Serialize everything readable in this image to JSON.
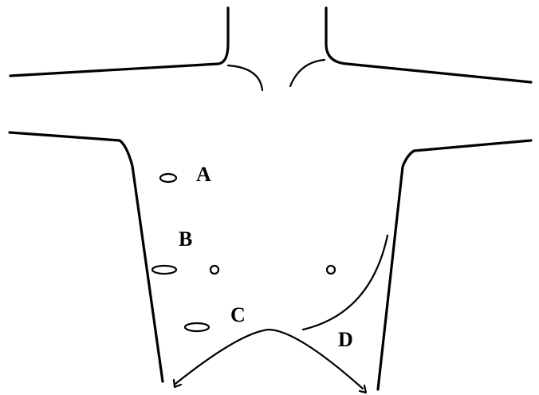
{
  "diagram": {
    "labels": {
      "a": "A",
      "b": "B",
      "c": "C",
      "d": "D"
    }
  },
  "colors": {
    "ink": "#000000",
    "background": "#ffffff"
  }
}
